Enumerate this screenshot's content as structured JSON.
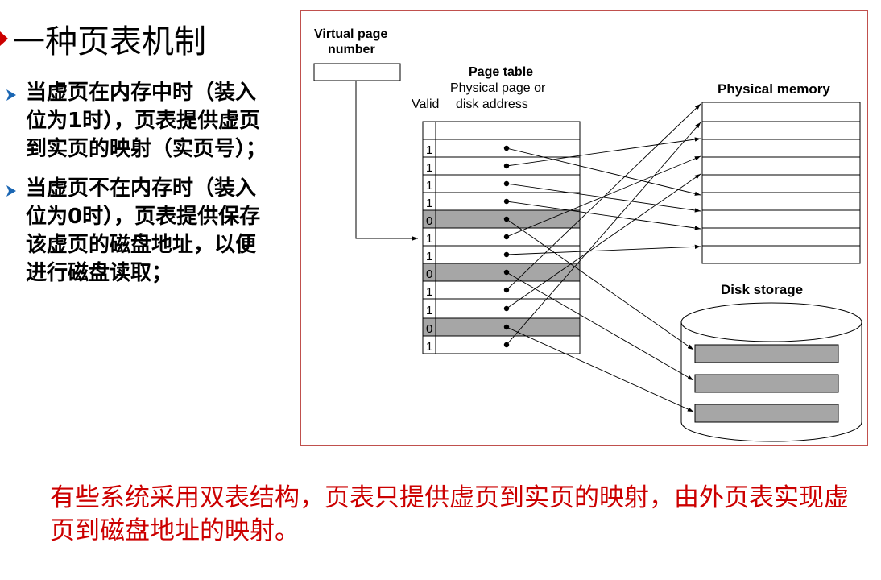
{
  "title": "一种页表机制",
  "points": [
    "当虚页在内存中时（装入位为1时），页表提供虚页到实页的映射（实页号）；",
    "当虚页不在内存时（装入位为0时），页表提供保存该虚页的磁盘地址，以便进行磁盘读取；"
  ],
  "diagram": {
    "virtual_page_label_1": "Virtual page",
    "virtual_page_label_2": "number",
    "page_table_title": "Page table",
    "page_table_sub_1": "Physical page or",
    "page_table_sub_2": "disk address",
    "valid_label": "Valid",
    "physical_memory_label": "Physical memory",
    "disk_storage_label": "Disk storage",
    "valid_bits": [
      "1",
      "1",
      "1",
      "1",
      "0",
      "1",
      "1",
      "0",
      "1",
      "1",
      "0",
      "1"
    ],
    "colors": {
      "frame": "#c0504d",
      "shaded_row": "#a6a6a6",
      "disk_block": "#a6a6a6",
      "line": "#000000"
    }
  },
  "footer": "有些系统采用双表结构，页表只提供虚页到实页的映射，由外页表实现虚页到磁盘地址的映射。"
}
